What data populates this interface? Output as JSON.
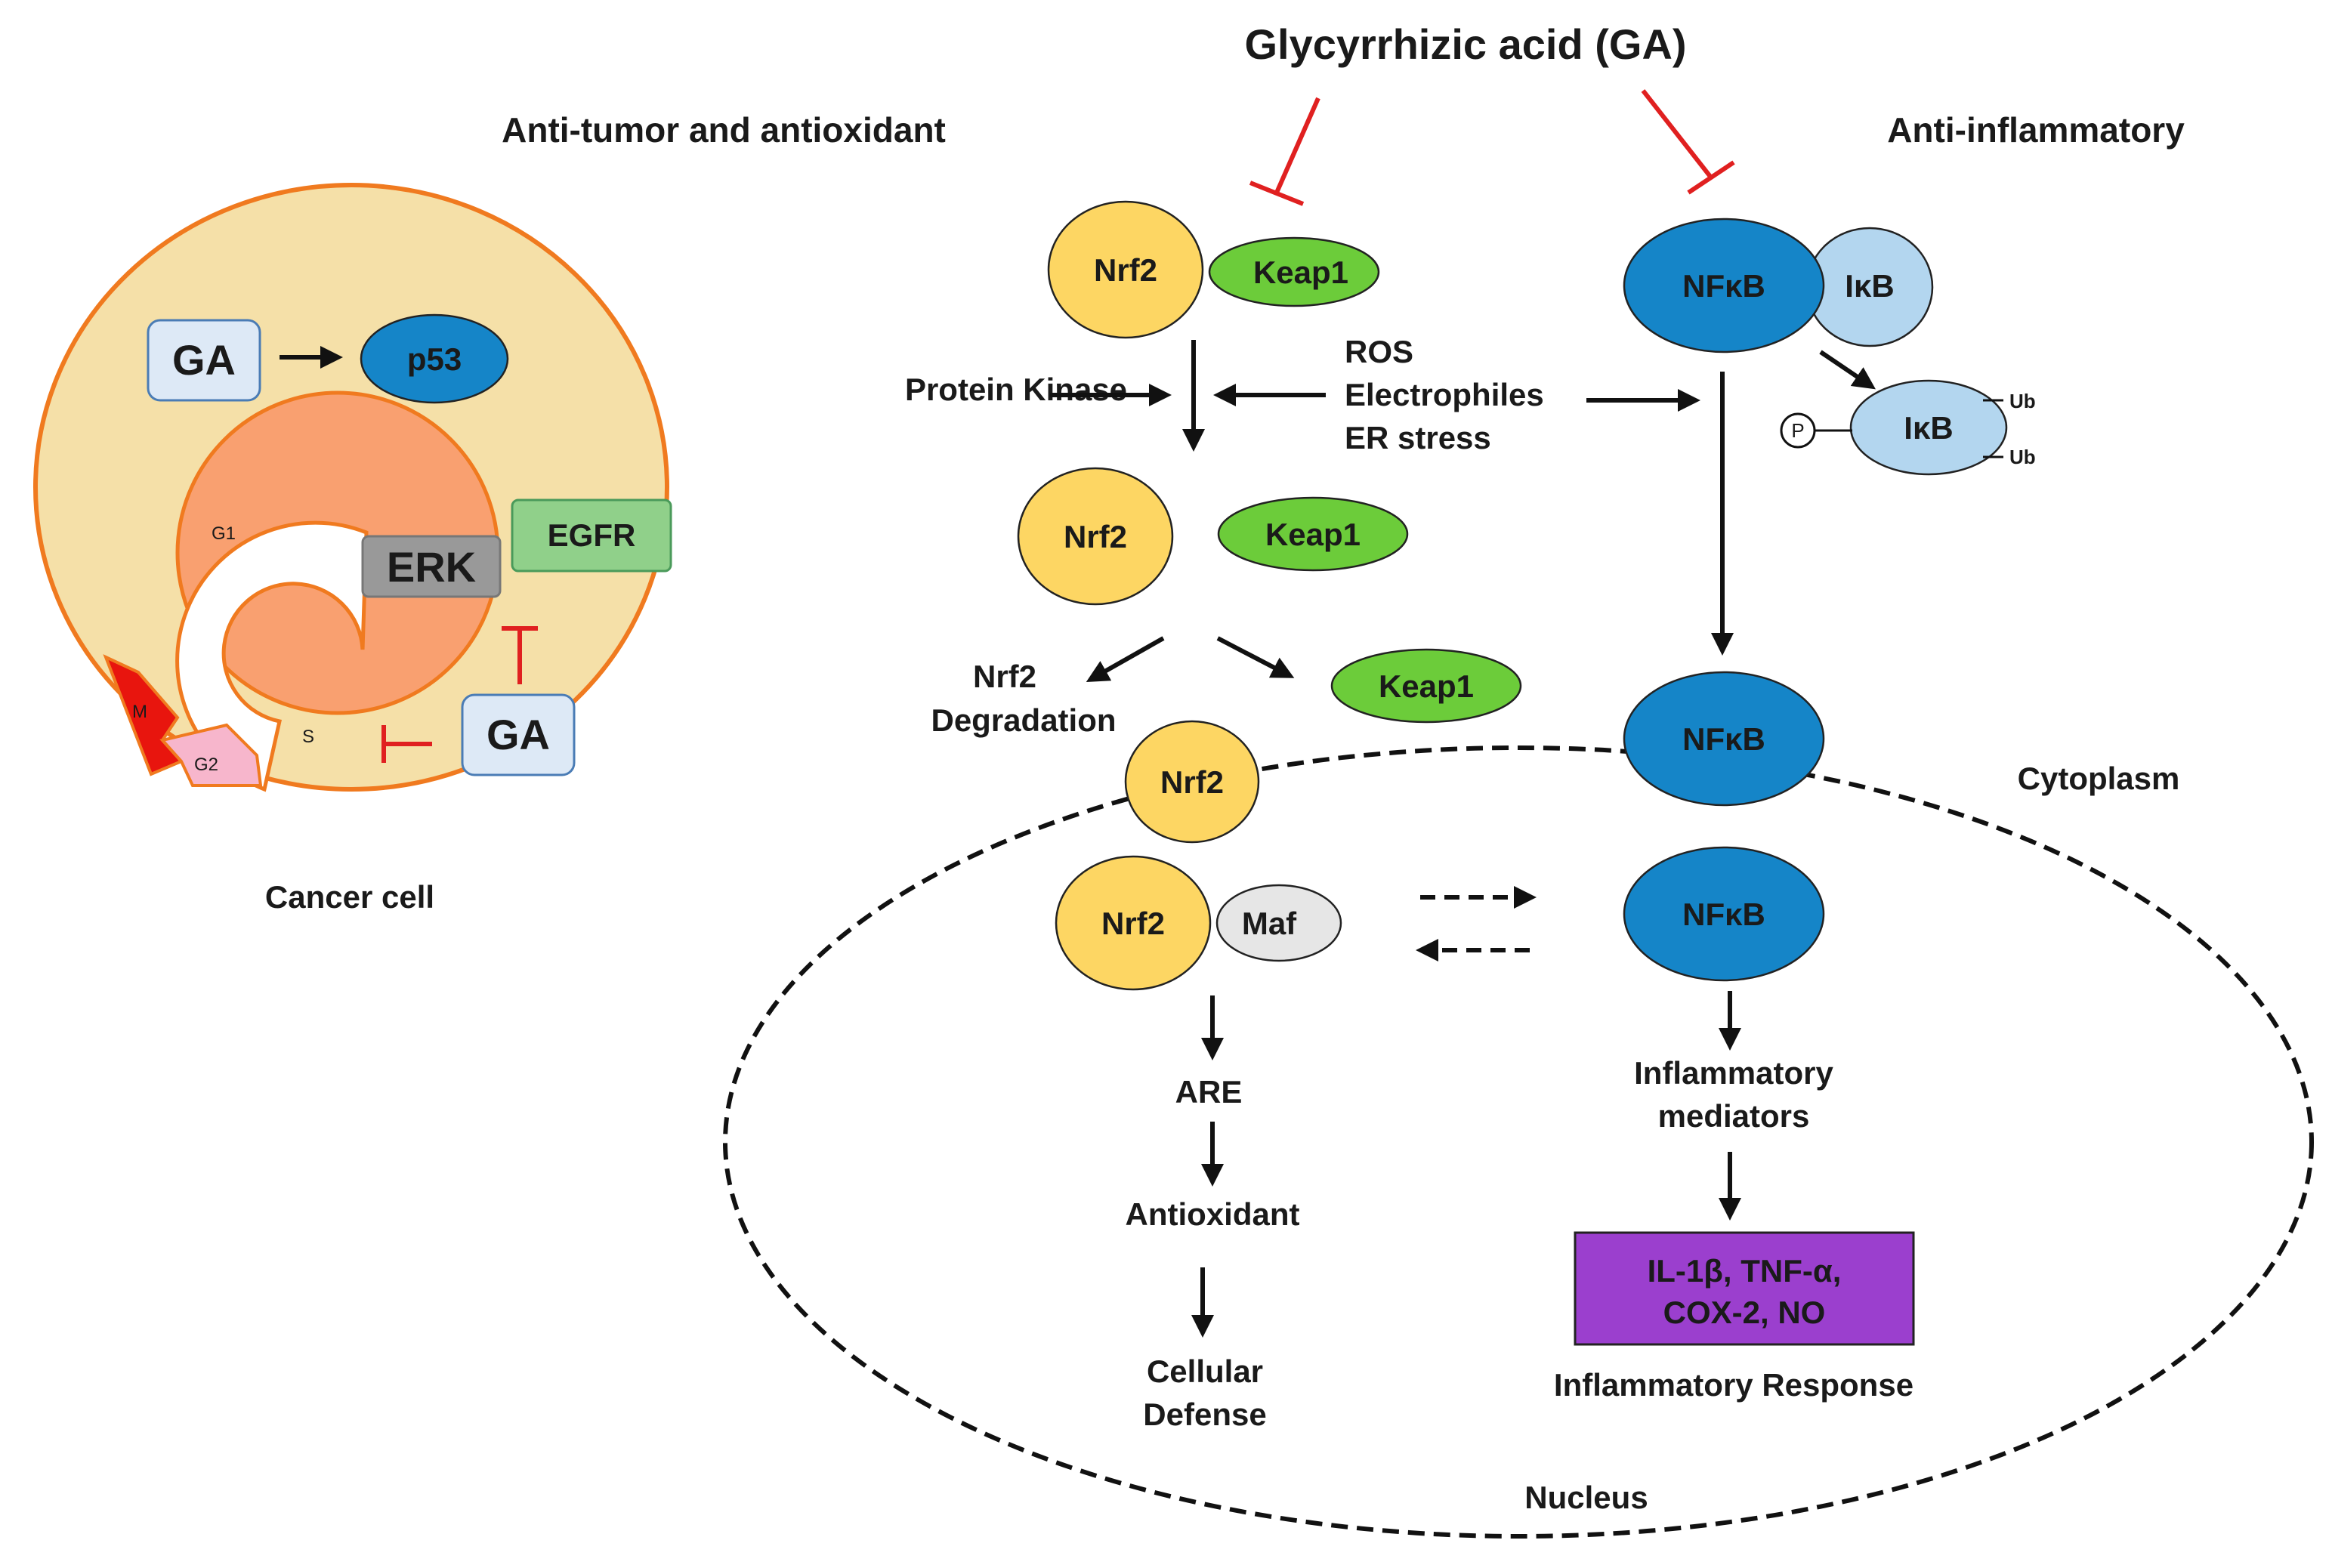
{
  "title": "Glycyrrhizic acid (GA)",
  "headings": {
    "left": "Anti-tumor and antioxidant",
    "right": "Anti-inflammatory"
  },
  "cancer_cell": {
    "caption": "Cancer cell",
    "ga_top": "GA",
    "p53": "p53",
    "erk": "ERK",
    "egfr": "EGFR",
    "ga_bottom": "GA",
    "phases": {
      "g1": "G1",
      "s": "S",
      "g2": "G2",
      "m": "M"
    }
  },
  "nrf2_path": {
    "nrf2": "Nrf2",
    "keap1": "Keap1",
    "maf": "Maf",
    "protein_kinase": "Protein Kinase",
    "stimuli": [
      "ROS",
      "Electrophiles",
      "ER stress"
    ],
    "degradation": [
      "Nrf2",
      "Degradation"
    ],
    "are": "ARE",
    "antioxidant": "Antioxidant",
    "defense": [
      "Cellular",
      "Defense"
    ]
  },
  "nfkb_path": {
    "nfkb": "NFκB",
    "ikb": "IκB",
    "p": "P",
    "ub": "Ub",
    "mediators": [
      "Inflammatory",
      "mediators"
    ],
    "cytokines": [
      "IL-1β, TNF-α,",
      "COX-2, NO"
    ],
    "response": "Inflammatory Response"
  },
  "compartments": {
    "cytoplasm": "Cytoplasm",
    "nucleus": "Nucleus"
  },
  "colors": {
    "nrf2": "#fdd663",
    "keap1": "#6ccc3a",
    "nfkb": "#1585c8",
    "ikb": "#b3d6ef",
    "maf": "#e6e6e6",
    "cell_fill": "#f5e0a8",
    "cell_border": "#f07a1f",
    "nucleus_fill": "#f9a070",
    "ga_box": "#dde9f6",
    "erk_box": "#999999",
    "egfr_box": "#90d08a",
    "cytokine_box": "#9b3fce",
    "phase_m": "#e8150e",
    "phase_g2": "#f7b6cc",
    "inhibit": "#e02020"
  }
}
